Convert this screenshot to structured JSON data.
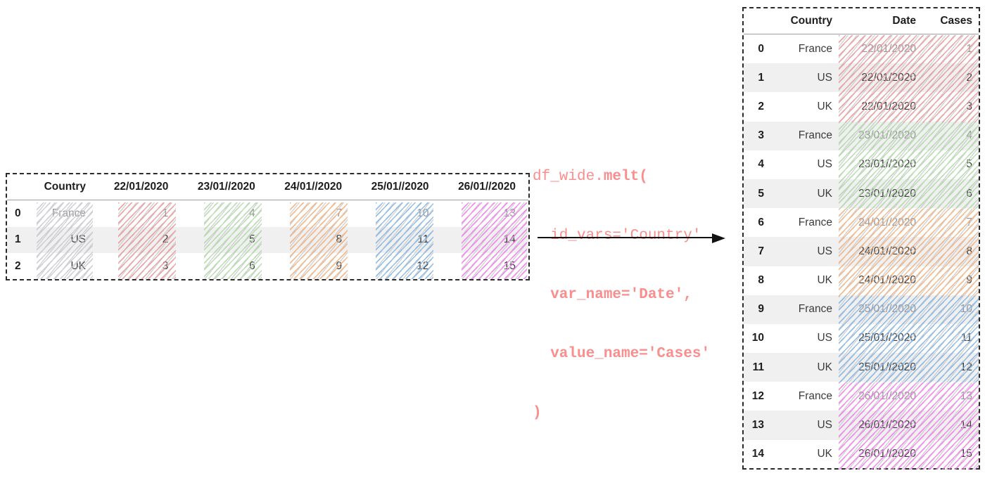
{
  "diagram": {
    "code": {
      "l1a": "df_wide.",
      "l1b": "melt(",
      "l2": "id_vars='Country'",
      "l3": "var_name='Date',",
      "l4": "value_name='Cases'",
      "l5": ")"
    }
  },
  "left_table": {
    "columns": [
      "Country",
      "22/01/2020",
      "23/01//2020",
      "24/01//2020",
      "25/01//2020",
      "26/01//2020"
    ],
    "rows": [
      {
        "index": "0",
        "country": "France",
        "values": [
          "1",
          "4",
          "7",
          "10",
          "13"
        ]
      },
      {
        "index": "1",
        "country": "US",
        "values": [
          "2",
          "5",
          "8",
          "11",
          "14"
        ]
      },
      {
        "index": "2",
        "country": "UK",
        "values": [
          "3",
          "6",
          "9",
          "12",
          "15"
        ]
      }
    ]
  },
  "right_table": {
    "columns": [
      "Country",
      "Date",
      "Cases"
    ],
    "rows": [
      {
        "index": "0",
        "country": "France",
        "date": "22/01/2020",
        "cases": "1"
      },
      {
        "index": "1",
        "country": "US",
        "date": "22/01/2020",
        "cases": "2"
      },
      {
        "index": "2",
        "country": "UK",
        "date": "22/01/2020",
        "cases": "3"
      },
      {
        "index": "3",
        "country": "France",
        "date": "23/01//2020",
        "cases": "4"
      },
      {
        "index": "4",
        "country": "US",
        "date": "23/01//2020",
        "cases": "5"
      },
      {
        "index": "5",
        "country": "UK",
        "date": "23/01//2020",
        "cases": "6"
      },
      {
        "index": "6",
        "country": "France",
        "date": "24/01//2020",
        "cases": "7"
      },
      {
        "index": "7",
        "country": "US",
        "date": "24/01//2020",
        "cases": "8"
      },
      {
        "index": "8",
        "country": "UK",
        "date": "24/01//2020",
        "cases": "9"
      },
      {
        "index": "9",
        "country": "France",
        "date": "25/01//2020",
        "cases": "10"
      },
      {
        "index": "10",
        "country": "US",
        "date": "25/01//2020",
        "cases": "11"
      },
      {
        "index": "11",
        "country": "UK",
        "date": "25/01//2020",
        "cases": "12"
      },
      {
        "index": "12",
        "country": "France",
        "date": "26/01//2020",
        "cases": "13"
      },
      {
        "index": "13",
        "country": "US",
        "date": "26/01//2020",
        "cases": "14"
      },
      {
        "index": "14",
        "country": "UK",
        "date": "26/01//2020",
        "cases": "15"
      }
    ]
  },
  "colors": {
    "code_salmon": "#fb8d8d",
    "arrow_black": "#111111",
    "hatch_gray": "#c6c6cb",
    "hatch_red": "#e88f8f",
    "hatch_green": "#a9d89d",
    "hatch_orange": "#f2ab72",
    "hatch_blue": "#79aee3",
    "hatch_magenta": "#f172e8",
    "stripe_bg": "#f0f0f1",
    "muted_text": "#979799"
  }
}
